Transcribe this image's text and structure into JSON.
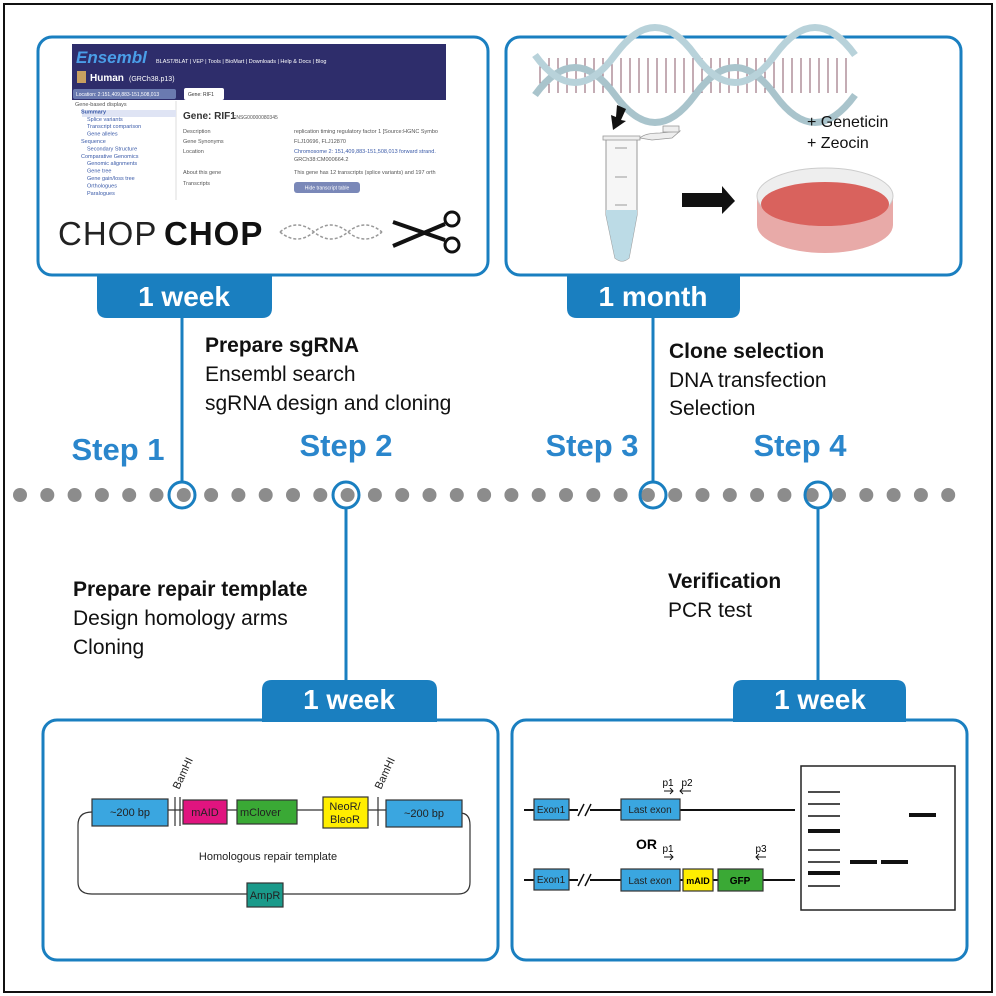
{
  "colors": {
    "accent": "#1a7fc0",
    "timeline_dot": "#8c8c8c",
    "homology_arm": "#3aa6e0",
    "maid": "#e0147f",
    "mclover": "#3aa935",
    "neo_bleo": "#ffee00",
    "ampr": "#1a9a8a",
    "ensembl_header": "#2e2d6b",
    "dish": "#d9625d"
  },
  "steps": [
    {
      "label": "Step 1",
      "duration": "1 week",
      "title": "Prepare sgRNA",
      "lines": [
        "Ensembl search",
        "sgRNA design and cloning"
      ]
    },
    {
      "label": "Step 2",
      "duration": "1 week",
      "title": "Prepare repair template",
      "lines": [
        "Design homology arms",
        "Cloning"
      ]
    },
    {
      "label": "Step 3",
      "duration": "1 month",
      "title": "Clone selection",
      "lines": [
        "DNA transfection",
        "Selection"
      ]
    },
    {
      "label": "Step 4",
      "duration": "1 week",
      "title": "Verification",
      "lines": [
        "PCR test"
      ]
    }
  ],
  "ensembl": {
    "logo": "Ensembl",
    "nav": "BLAST/BLAT | VEP | Tools | BioMart | Downloads | Help & Docs | Blog",
    "species": "Human",
    "assembly": "(GRCh38.p13)",
    "tab_location": "Location: 2:151,409,883-151,508,013",
    "tab_gene": "Gene: RIF1",
    "sidebar": [
      "Gene-based displays",
      "Summary",
      "Splice variants",
      "Transcript comparison",
      "Gene alleles",
      "Sequence",
      "Secondary Structure",
      "Comparative Genomics",
      "Genomic alignments",
      "Gene tree",
      "Gene gain/loss tree",
      "Orthologues",
      "Paralogues"
    ],
    "gene_title": "Gene: RIF1",
    "gene_id": "ENSG00000080345",
    "rows": [
      {
        "label": "Description",
        "value": "replication timing regulatory factor 1 [Source:HGNC Symbo"
      },
      {
        "label": "Gene Synonyms",
        "value": "FLJ10696, FLJ12870"
      },
      {
        "label": "Location",
        "value": "Chromosome 2: 151,409,883-151,508,013 forward strand."
      },
      {
        "label": "",
        "value": "GRCh38:CM000664.2"
      },
      {
        "label": "About this gene",
        "value": "This gene has 12 transcripts (splice variants) and 197 orth"
      },
      {
        "label": "Transcripts",
        "value": ""
      }
    ],
    "button": "Hide transcript table"
  },
  "chopchop": {
    "light": "CHOP",
    "bold": "CHOP"
  },
  "selection": {
    "drugs": [
      "+ Geneticin",
      "+ Zeocin"
    ]
  },
  "repair_template": {
    "left_arm": "~200 bp",
    "right_arm": "~200 bp",
    "site1": "BamHI",
    "site2": "BamHI",
    "maid": "mAID",
    "mclover": "mClover",
    "neo1": "NeoR/",
    "neo2": "BleoR",
    "caption": "Homologous repair template",
    "backbone": "AmpR"
  },
  "verification": {
    "exon1": "Exon1",
    "last_exon": "Last exon",
    "or": "OR",
    "maid": "mAID",
    "gfp": "GFP",
    "p1": "p1",
    "p2": "p2",
    "p3": "p3"
  }
}
